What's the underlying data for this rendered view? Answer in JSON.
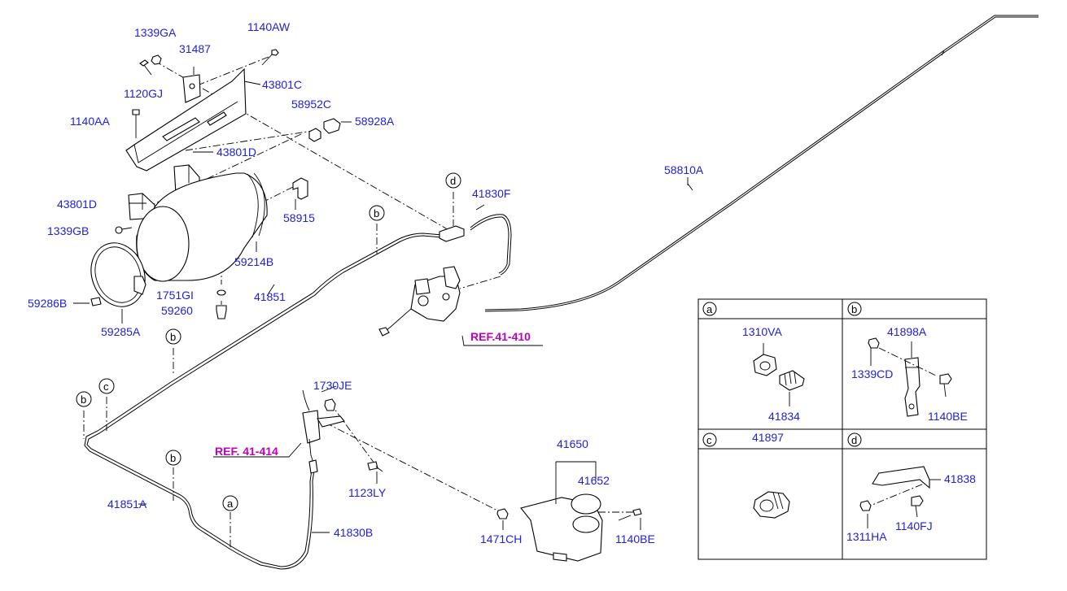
{
  "main_labels": {
    "p1339GA": "1339GA",
    "p1140AW": "1140AW",
    "p31487": "31487",
    "p1120GJ": "1120GJ",
    "p43801C": "43801C",
    "p1140AA": "1140AA",
    "p58952C": "58952C",
    "p58928A": "58928A",
    "p43801D_a": "43801D",
    "p43801D_b": "43801D",
    "p58915": "58915",
    "p1339GB": "1339GB",
    "p59214B": "59214B",
    "p59286B": "59286B",
    "p1751GI": "1751GI",
    "p59260": "59260",
    "p59285A": "59285A",
    "p41851": "41851",
    "p41830F": "41830F",
    "p58810A": "58810A",
    "p1730JE": "1730JE",
    "p1123LY": "1123LY",
    "p41851A": "41851A",
    "p41830B": "41830B",
    "p41650": "41650",
    "p41652": "41652",
    "p1471CH": "1471CH",
    "p1140BE": "1140BE"
  },
  "references": {
    "ref_41_410": "REF.41-410",
    "ref_41_414": "REF. 41-414"
  },
  "callouts": {
    "b": "b",
    "c": "c",
    "d": "d",
    "a": "a"
  },
  "detail_table": {
    "cells": [
      {
        "letter": "a",
        "labels": [
          "1310VA",
          "41834"
        ]
      },
      {
        "letter": "b",
        "labels": [
          "41898A",
          "1339CD",
          "1140BE"
        ]
      },
      {
        "letter": "c",
        "labels": [
          "41897"
        ]
      },
      {
        "letter": "d",
        "labels": [
          "41838",
          "1311HA",
          "1140FJ"
        ]
      }
    ]
  }
}
